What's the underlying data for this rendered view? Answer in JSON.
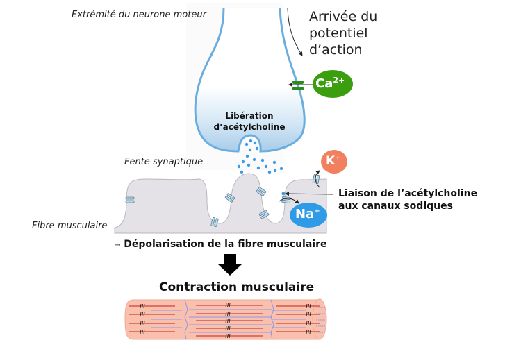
{
  "labels": {
    "neuron_terminal": "Extrémité du neurone moteur",
    "action_potential": [
      "Arrivée du",
      "potentiel",
      "d’action"
    ],
    "ach_release": [
      "Libération",
      "d’acétylcholine"
    ],
    "synaptic_cleft": "Fente synaptique",
    "muscle_fiber": "Fibre musculaire",
    "ach_binding": [
      "Liaison de l’acétylcholine",
      "aux canaux sodiques"
    ],
    "depolarization": "Dépolarisation de la fibre musculaire",
    "depolarization_prefix": "→",
    "contraction": "Contraction musculaire"
  },
  "ions": {
    "calcium": {
      "symbol": "Ca",
      "charge": "2+",
      "color": "#3a9e0f"
    },
    "potassium": {
      "symbol": "K",
      "charge": "+",
      "color": "#f0805f"
    },
    "sodium": {
      "symbol": "Na",
      "charge": "+",
      "color": "#2f9be6"
    }
  },
  "colors": {
    "membrane": "#6aaee0",
    "muscle_surface": "#e4e2e6",
    "muscle_fiber": "#f9c1ad",
    "actin": "#d9554a",
    "myosin_link": "#8a95ee",
    "channel": "#b8dcef",
    "vesicle": "#3c9be8"
  }
}
